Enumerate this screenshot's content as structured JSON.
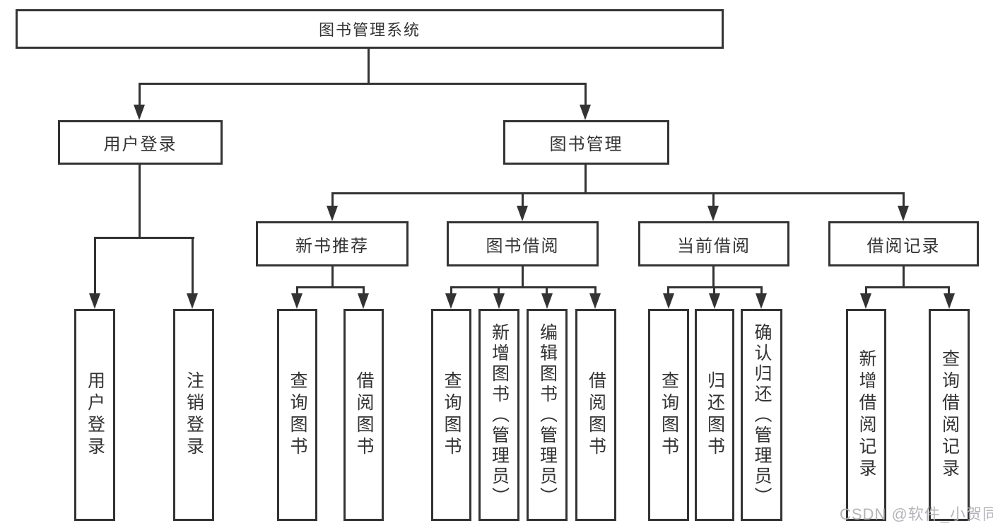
{
  "diagram": {
    "root": {
      "label": "图书管理系统"
    },
    "level2": [
      {
        "label": "用户登录",
        "parent": "图书管理系统"
      },
      {
        "label": "图书管理",
        "parent": "图书管理系统"
      }
    ],
    "level3": [
      {
        "label": "新书推荐",
        "parent": "图书管理"
      },
      {
        "label": "图书借阅",
        "parent": "图书管理"
      },
      {
        "label": "当前借阅",
        "parent": "图书管理"
      },
      {
        "label": "借阅记录",
        "parent": "图书管理"
      }
    ],
    "leaves": [
      {
        "label": "用户登录",
        "parent": "用户登录"
      },
      {
        "label": "注销登录",
        "parent": "用户登录"
      },
      {
        "label": "查询图书",
        "parent": "新书推荐"
      },
      {
        "label": "借阅图书",
        "parent": "新书推荐"
      },
      {
        "label": "查询图书",
        "parent": "图书借阅"
      },
      {
        "label": "新增图书（管理员）",
        "parent": "图书借阅"
      },
      {
        "label": "编辑图书（管理员）",
        "parent": "图书借阅"
      },
      {
        "label": "借阅图书",
        "parent": "图书借阅"
      },
      {
        "label": "查询图书",
        "parent": "当前借阅"
      },
      {
        "label": "归还图书",
        "parent": "当前借阅"
      },
      {
        "label": "确认归还（管理员）",
        "parent": "当前借阅"
      },
      {
        "label": "新增借阅记录",
        "parent": "借阅记录"
      },
      {
        "label": "查询借阅记录",
        "parent": "借阅记录"
      }
    ],
    "watermark": "CSDN @软件_小贺同学",
    "colors": {
      "line": "#333333",
      "text": "#333333",
      "watermark": "#b4b4ba",
      "background": "#ffffff"
    }
  }
}
